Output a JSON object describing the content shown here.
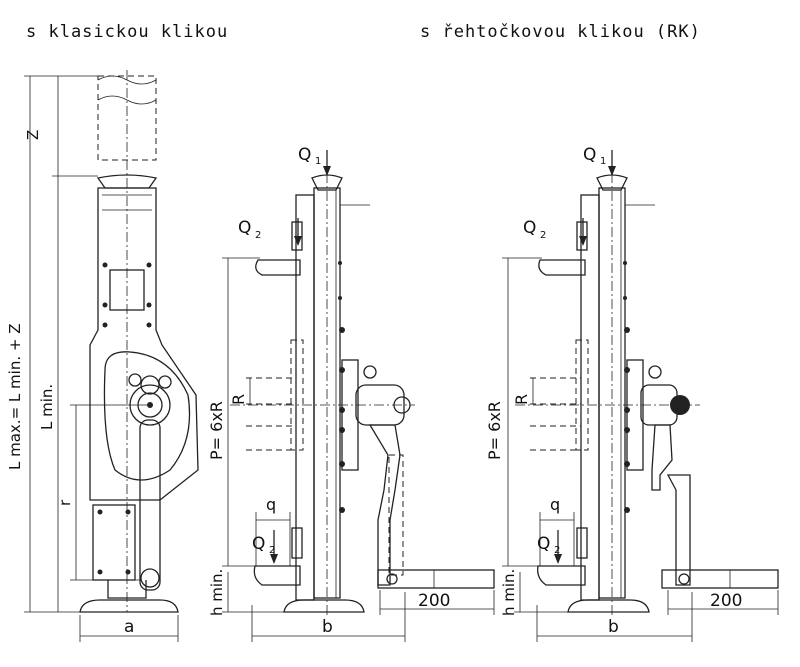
{
  "captions": {
    "classic": "s klasickou klikou",
    "ratchet": "s řehtočkovou klikou (RK)"
  },
  "labels": {
    "lmax": "L max.= L min. + Z",
    "lmin": "L min.",
    "z": "Z",
    "r_small": "r",
    "a": "a",
    "b_mid": "b",
    "b_right": "b",
    "q1_mid": "Q",
    "q1_mid_sub": "1",
    "q2_mid": "Q",
    "q2_mid_sub": "2",
    "q2b_mid": "Q",
    "q2b_mid_sub": "2",
    "q_mid": "q",
    "p_mid": "P= 6xR",
    "R_mid": "R",
    "hmin_mid": "h min.",
    "len_mid": "200",
    "q1_right": "Q",
    "q1_right_sub": "1",
    "q2_right": "Q",
    "q2_right_sub": "2",
    "q2b_right": "Q",
    "q2b_right_sub": "2",
    "q_right": "q",
    "p_right": "P= 6xR",
    "R_right": "R",
    "hmin_right": "h min.",
    "len_right": "200"
  }
}
